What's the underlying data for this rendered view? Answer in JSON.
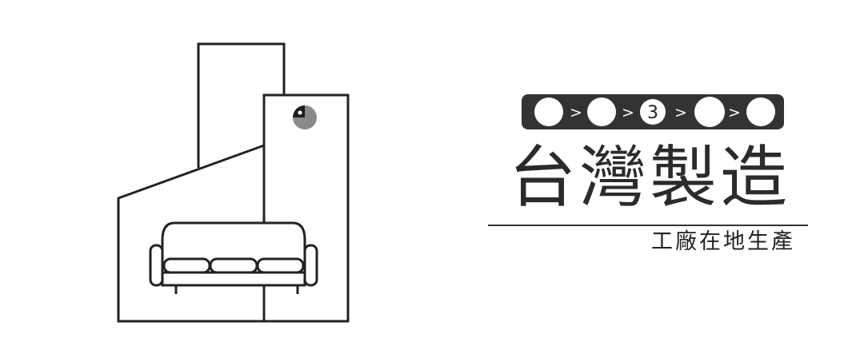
{
  "steps": {
    "items": [
      "",
      "",
      "3",
      "",
      ""
    ],
    "separator": ">",
    "active_index": 2
  },
  "title": "台灣製造",
  "subtitle": "工廠在地生產",
  "colors": {
    "ink": "#2b2b2b",
    "badge": "#333333",
    "pie": "#8a8a8a"
  }
}
